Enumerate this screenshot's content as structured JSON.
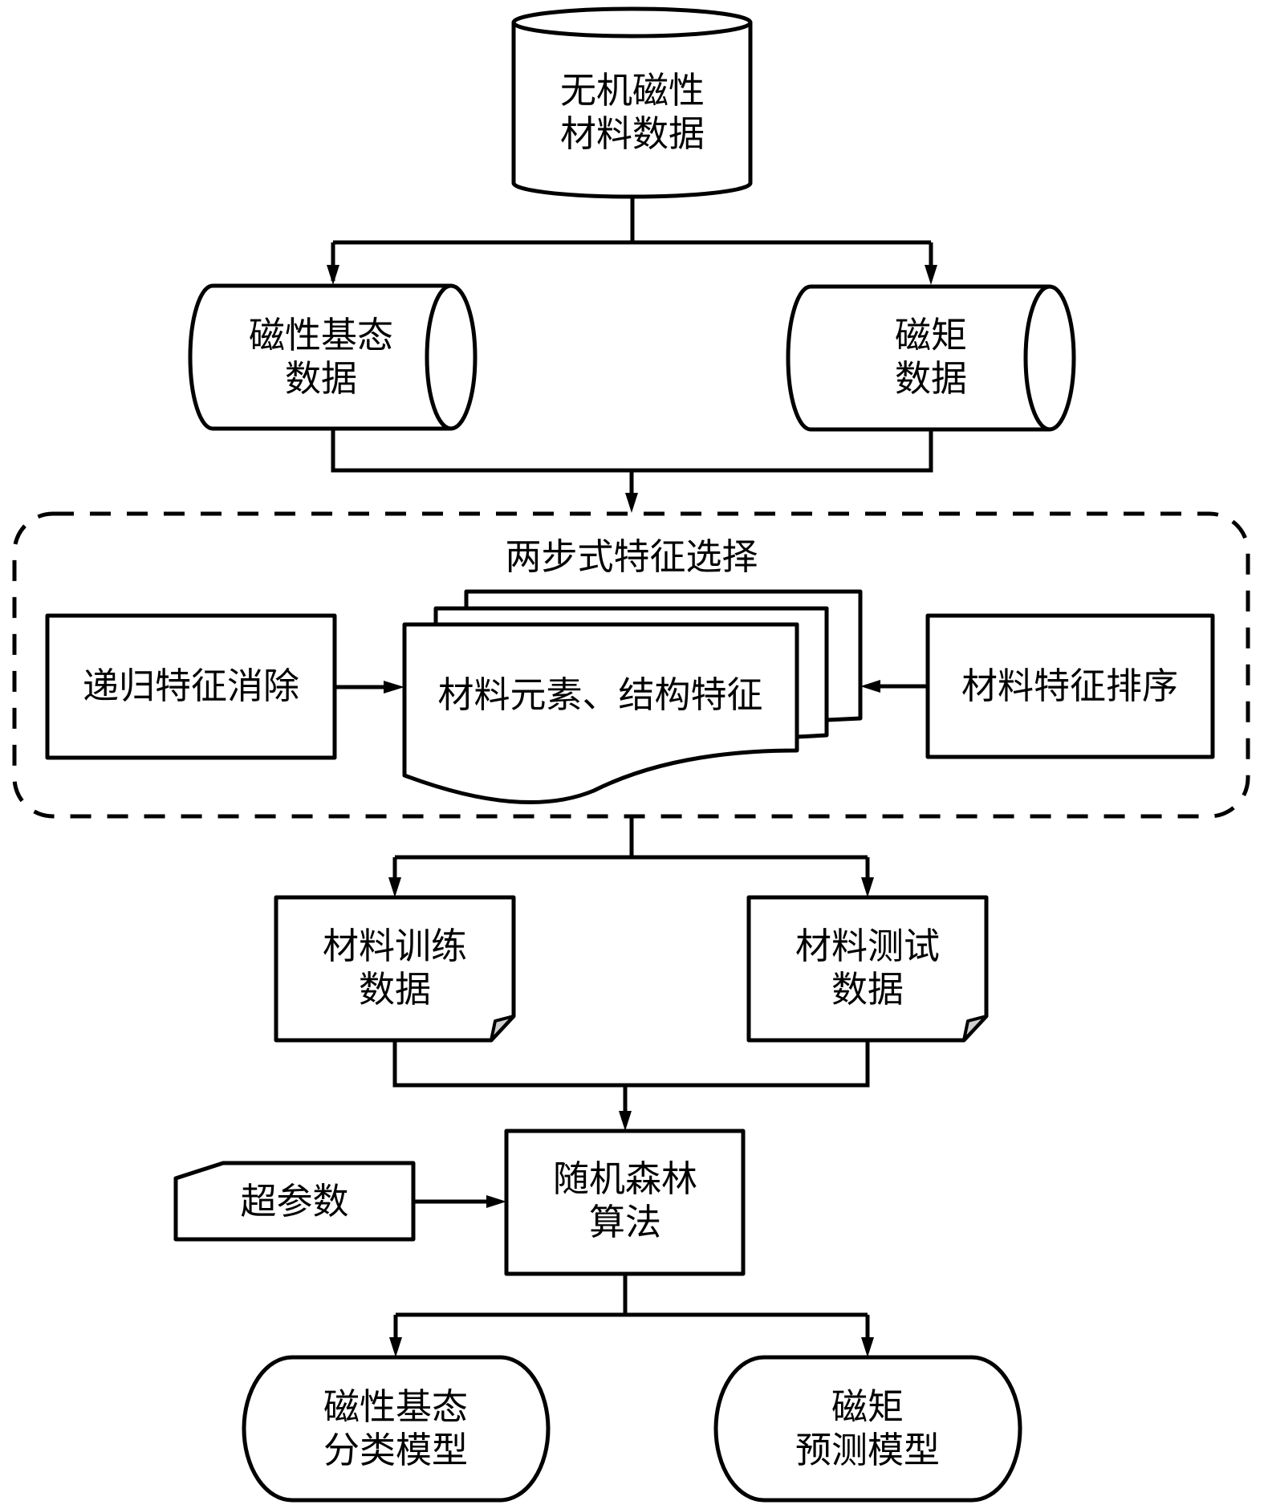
{
  "diagram": {
    "type": "flowchart",
    "nodes": {
      "source": {
        "shape": "database-cylinder",
        "lines": [
          "无机磁性",
          "材料数据"
        ]
      },
      "ground_state_data": {
        "shape": "horizontal-cylinder",
        "lines": [
          "磁性基态",
          "数据"
        ]
      },
      "moment_data": {
        "shape": "horizontal-cylinder",
        "lines": [
          "磁矩",
          "数据"
        ]
      },
      "feature_group": {
        "shape": "dashed-rounded-group",
        "title": "两步式特征选择"
      },
      "rfe": {
        "shape": "process",
        "label": "递归特征消除"
      },
      "features": {
        "shape": "multi-document",
        "label": "材料元素、结构特征"
      },
      "ranking": {
        "shape": "process",
        "label": "材料特征排序"
      },
      "train_data": {
        "shape": "note",
        "lines": [
          "材料训练",
          "数据"
        ]
      },
      "test_data": {
        "shape": "note",
        "lines": [
          "材料测试",
          "数据"
        ]
      },
      "hyperparams": {
        "shape": "manual-input",
        "label": "超参数"
      },
      "random_forest": {
        "shape": "process",
        "lines": [
          "随机森林",
          "算法"
        ]
      },
      "classifier": {
        "shape": "terminal",
        "lines": [
          "磁性基态",
          "分类模型"
        ]
      },
      "regressor": {
        "shape": "terminal",
        "lines": [
          "磁矩",
          "预测模型"
        ]
      }
    },
    "edges": [
      {
        "from": "source",
        "to": "ground_state_data"
      },
      {
        "from": "source",
        "to": "moment_data"
      },
      {
        "from": "ground_state_data",
        "to": "feature_group"
      },
      {
        "from": "moment_data",
        "to": "feature_group"
      },
      {
        "from": "rfe",
        "to": "features"
      },
      {
        "from": "ranking",
        "to": "features"
      },
      {
        "from": "feature_group",
        "to": "train_data"
      },
      {
        "from": "feature_group",
        "to": "test_data"
      },
      {
        "from": "train_data",
        "to": "random_forest"
      },
      {
        "from": "test_data",
        "to": "random_forest"
      },
      {
        "from": "hyperparams",
        "to": "random_forest"
      },
      {
        "from": "random_forest",
        "to": "classifier"
      },
      {
        "from": "random_forest",
        "to": "regressor"
      }
    ],
    "colors": {
      "stroke": "#000000",
      "fill": "#ffffff",
      "fold": "#cfcfcf"
    }
  }
}
